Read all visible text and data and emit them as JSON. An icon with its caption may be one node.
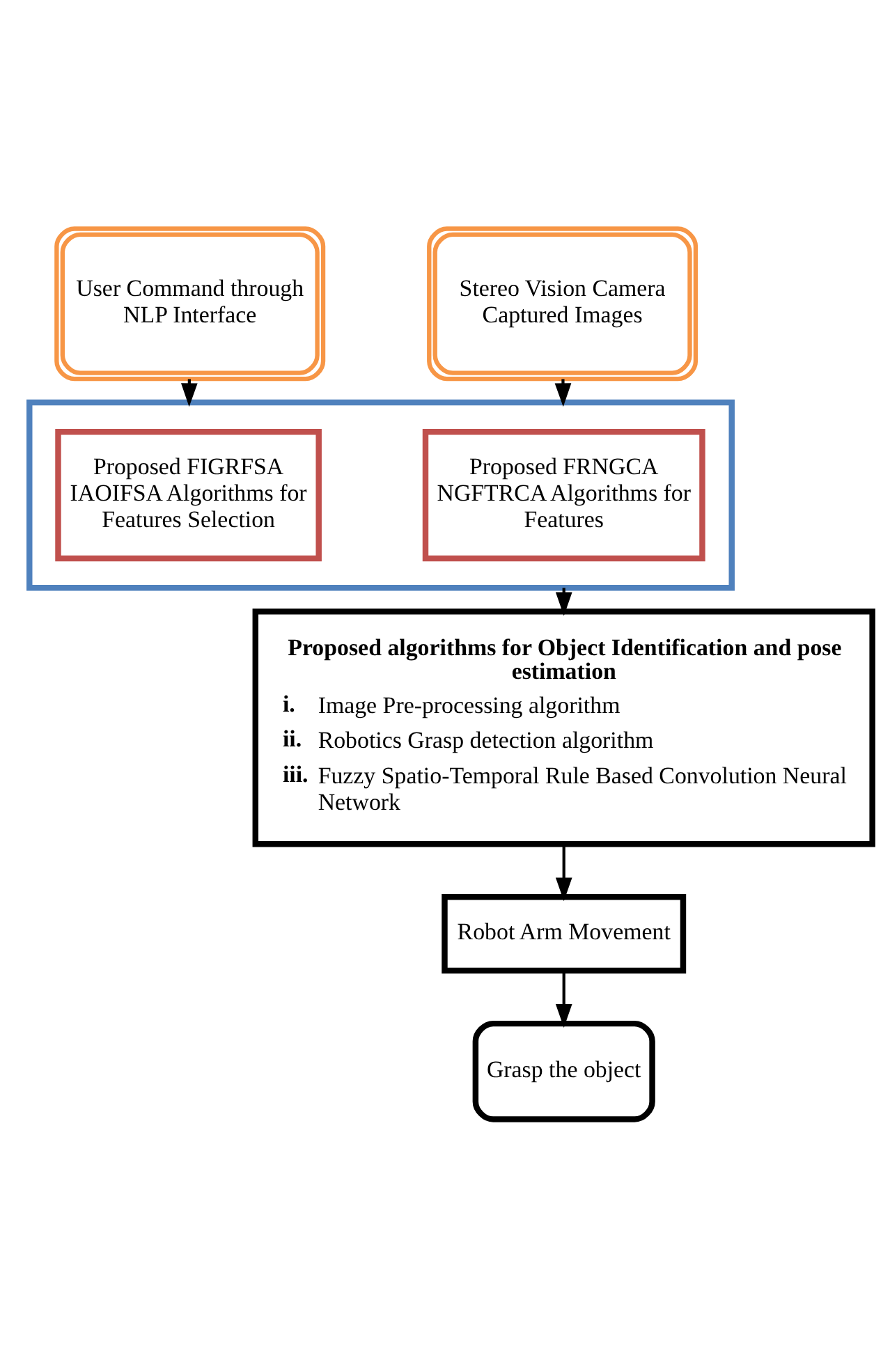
{
  "diagram": {
    "nodes": [
      {
        "text": [
          "User Command through NLP Interface"
        ]
      },
      {
        "text": [
          "Stereo Vision Camera Captured Images"
        ]
      },
      {
        "text": [],
        "shape": "box"
      },
      {
        "text": [
          "Proposed FIGRFSA IAOIFSA Algorithms for Features Selection"
        ],
        "in": 2
      },
      {
        "text": [
          "Proposed FRNGCA NGFTRCA Algorithms for Features"
        ],
        "in": 2
      },
      {
        "text": [
          "Proposed algorithms for Object Identification and pose estimation",
          "i.",
          "Image Pre-processing algorithm",
          "ii.",
          "Robotics Grasp detection algorithm",
          "iii.",
          "Fuzzy Spatio-Temporal Rule Based Convolution Neural Network"
        ]
      },
      {
        "text": [
          "Robot Arm Movement"
        ]
      },
      {
        "text": [
          "Grasp the object"
        ]
      }
    ],
    "edges": [
      {
        "from": 0,
        "to": 2,
        "arrow": "to"
      },
      {
        "from": 1,
        "to": 2,
        "arrow": "to"
      },
      {
        "from": 2,
        "to": 5,
        "arrow": "to"
      },
      {
        "from": 5,
        "to": 6,
        "arrow": "to"
      },
      {
        "from": 6,
        "to": 7,
        "arrow": "to"
      }
    ]
  }
}
